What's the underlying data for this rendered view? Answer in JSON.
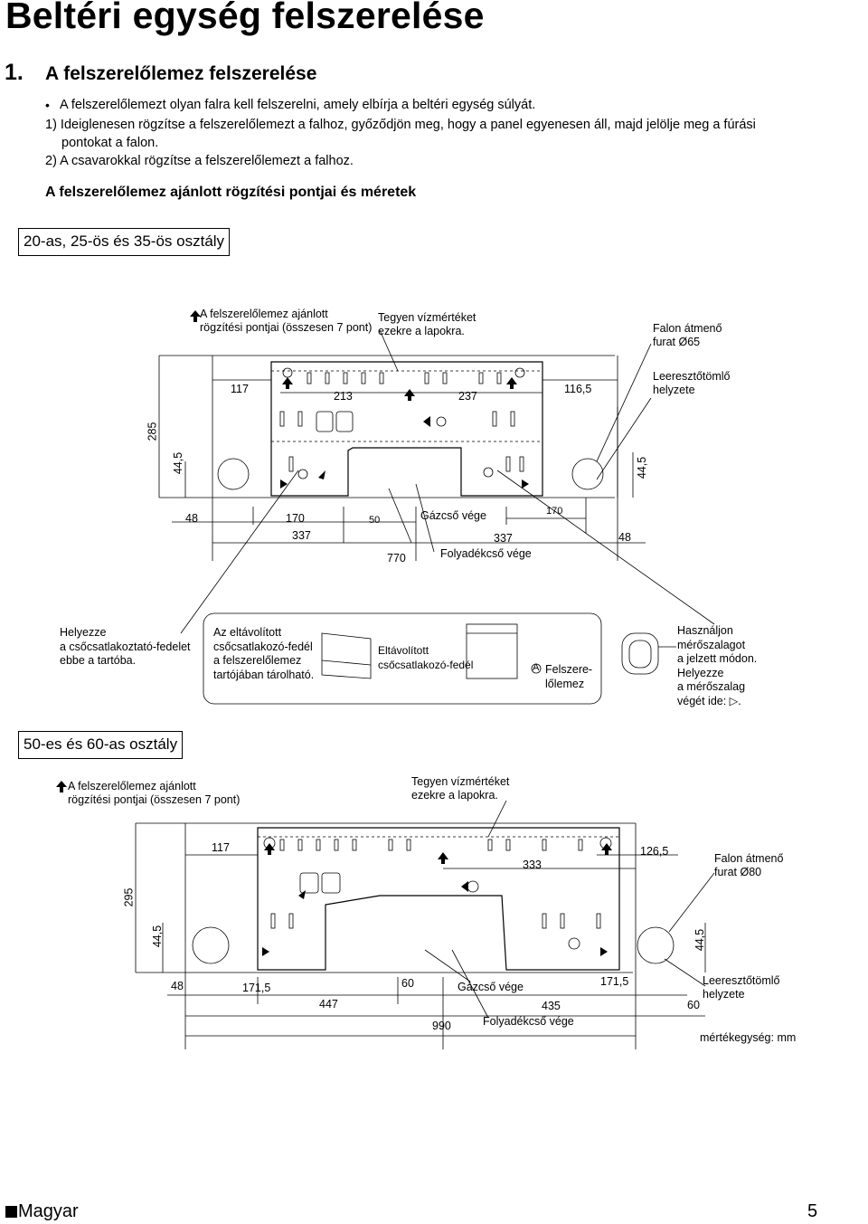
{
  "page_title": "Beltéri egység felszerelése",
  "section": {
    "number": "1.",
    "title": "A felszerelőlemez felszerelése"
  },
  "instructions": {
    "bullet": "A felszerelőlemezt olyan falra kell felszerelni, amely elbírja a beltéri egység súlyát.",
    "step1_line1": "1) Ideiglenesen rögzítse a felszerelőlemezt a falhoz, győződjön meg, hogy a panel egyenesen áll, majd jelölje meg a fúrási",
    "step1_line2": "pontokat a falon.",
    "step2": "2) A csavarokkal rögzítse a felszerelőlemezt a falhoz."
  },
  "subheading": "A felszerelőlemez ajánlott rögzítési pontjai és méretek",
  "diagram1": {
    "class_label": "20-as, 25-ös és 35-ös osztály",
    "fix_points_line1": "A felszerelőlemez ajánlott",
    "fix_points_line2": "rögzítési pontjai (összesen 7 pont)",
    "level_line1": "Tegyen vízmértéket",
    "level_line2": "ezekre a lapokra.",
    "hole_line1": "Falon átmenő",
    "hole_line2": "furat Ø65",
    "drain_line1": "Leeresztőtömlő",
    "drain_line2": "helyzete",
    "dims": {
      "d117": "117",
      "d213": "213",
      "d237": "237",
      "d116_5": "116,5",
      "d285": "285",
      "d44_5_left": "44,5",
      "d44_5_right": "44,5",
      "d48_left": "48",
      "d170_left": "170",
      "d50": "50",
      "d170_right": "170",
      "d337_left": "337",
      "d337_right": "337",
      "d48_right": "48",
      "d770": "770"
    },
    "gas_pipe": "Gázcső vége",
    "liquid_pipe": "Folyadékcső vége"
  },
  "notes": {
    "n1_line1": "Helyezze",
    "n1_line2": "a csőcsatlakoztató-fedelet",
    "n1_line3": "ebbe a tartóba.",
    "n2_line1": "Az eltávolított",
    "n2_line2": "csőcsatlakozó-fedél",
    "n2_line3": "a felszerelőlemez",
    "n2_line4": "tartójában tárolható.",
    "n3_line1": "Eltávolított",
    "n3_line2": "csőcsatlakozó-fedél",
    "marker_a": "A",
    "plate_line1": "Felszere-",
    "plate_line2": "lőlemez",
    "n4_line1": "Használjon",
    "n4_line2": "mérőszalagot",
    "n4_line3": "a jelzett módon.",
    "n4_line4": "Helyezze",
    "n4_line5": "a mérőszalag",
    "n4_line6": "végét ide: ▷."
  },
  "diagram2": {
    "class_label": "50-es és 60-as osztály",
    "fix_points_line1": "A felszerelőlemez ajánlott",
    "fix_points_line2": "rögzítési pontjai (összesen 7 pont)",
    "level_line1": "Tegyen vízmértéket",
    "level_line2": "ezekre a lapokra.",
    "hole_line1": "Falon átmenő",
    "hole_line2": "furat Ø80",
    "drain_line1": "Leeresztőtömlő",
    "drain_line2": "helyzete",
    "dims": {
      "d117": "117",
      "d333": "333",
      "d126_5": "126,5",
      "d295": "295",
      "d44_5_left": "44,5",
      "d44_5_right": "44,5",
      "d48": "48",
      "d171_5_left": "171,5",
      "d60_left": "60",
      "d171_5_right": "171,5",
      "d447": "447",
      "d435": "435",
      "d60_right": "60",
      "d990": "990"
    },
    "gas_pipe": "Gázcső vége",
    "liquid_pipe": "Folyadékcső vége",
    "unit_note": "mértékegység: mm"
  },
  "footer": {
    "language": "Magyar",
    "page_number": "5"
  }
}
